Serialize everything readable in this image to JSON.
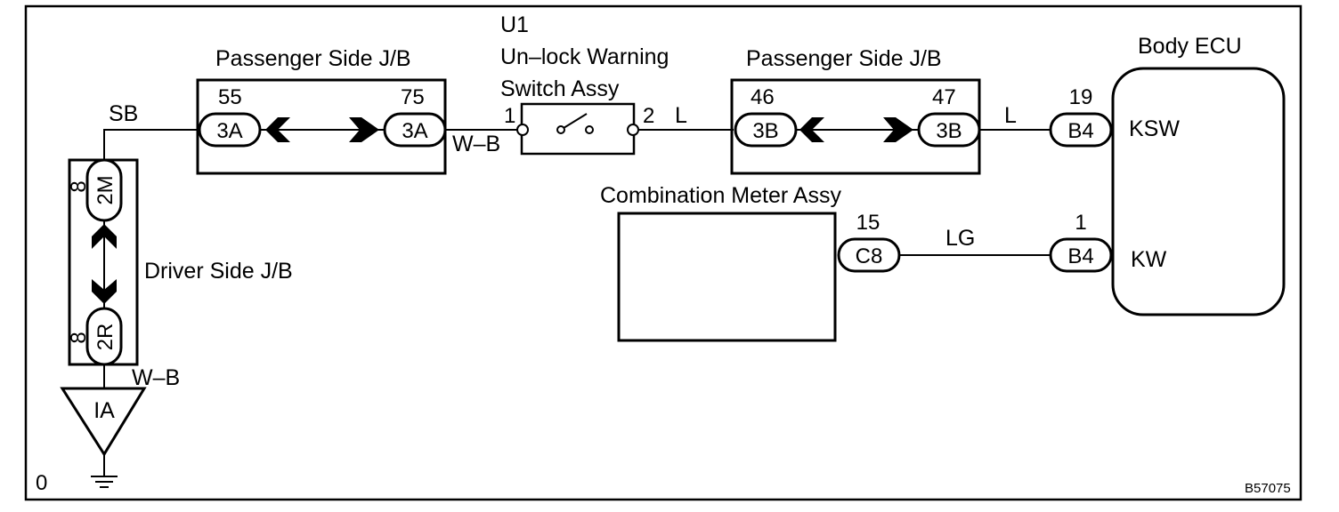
{
  "figure_id": "B57075",
  "page_mark": "0",
  "components": {
    "passenger_jb_left": {
      "title": "Passenger Side J/B",
      "pin_left": "55",
      "conn_left": "3A",
      "pin_right": "75",
      "conn_right": "3A"
    },
    "switch": {
      "code": "U1",
      "name_line1": "Un–lock Warning",
      "name_line2": "Switch Assy",
      "pin1": "1",
      "pin2": "2"
    },
    "passenger_jb_right": {
      "title": "Passenger Side J/B",
      "pin_left": "46",
      "conn_left": "3B",
      "pin_right": "47",
      "conn_right": "3B"
    },
    "body_ecu": {
      "title": "Body ECU",
      "ksw_pin": "19",
      "ksw_conn": "B4",
      "ksw_label": "KSW",
      "kw_pin": "1",
      "kw_conn": "B4",
      "kw_label": "KW"
    },
    "combination_meter": {
      "title": "Combination Meter Assy",
      "pin": "15",
      "conn": "C8"
    },
    "driver_jb": {
      "title": "Driver Side J/B",
      "top_conn": "2M",
      "top_pin": "8",
      "bottom_conn": "2R",
      "bottom_pin": "8"
    },
    "ground": {
      "label": "IA"
    }
  },
  "wires": {
    "sb": "SB",
    "wb_top": "W–B",
    "l_switch": "L",
    "l_ecu": "L",
    "lg": "LG",
    "wb_bottom": "W–B"
  }
}
